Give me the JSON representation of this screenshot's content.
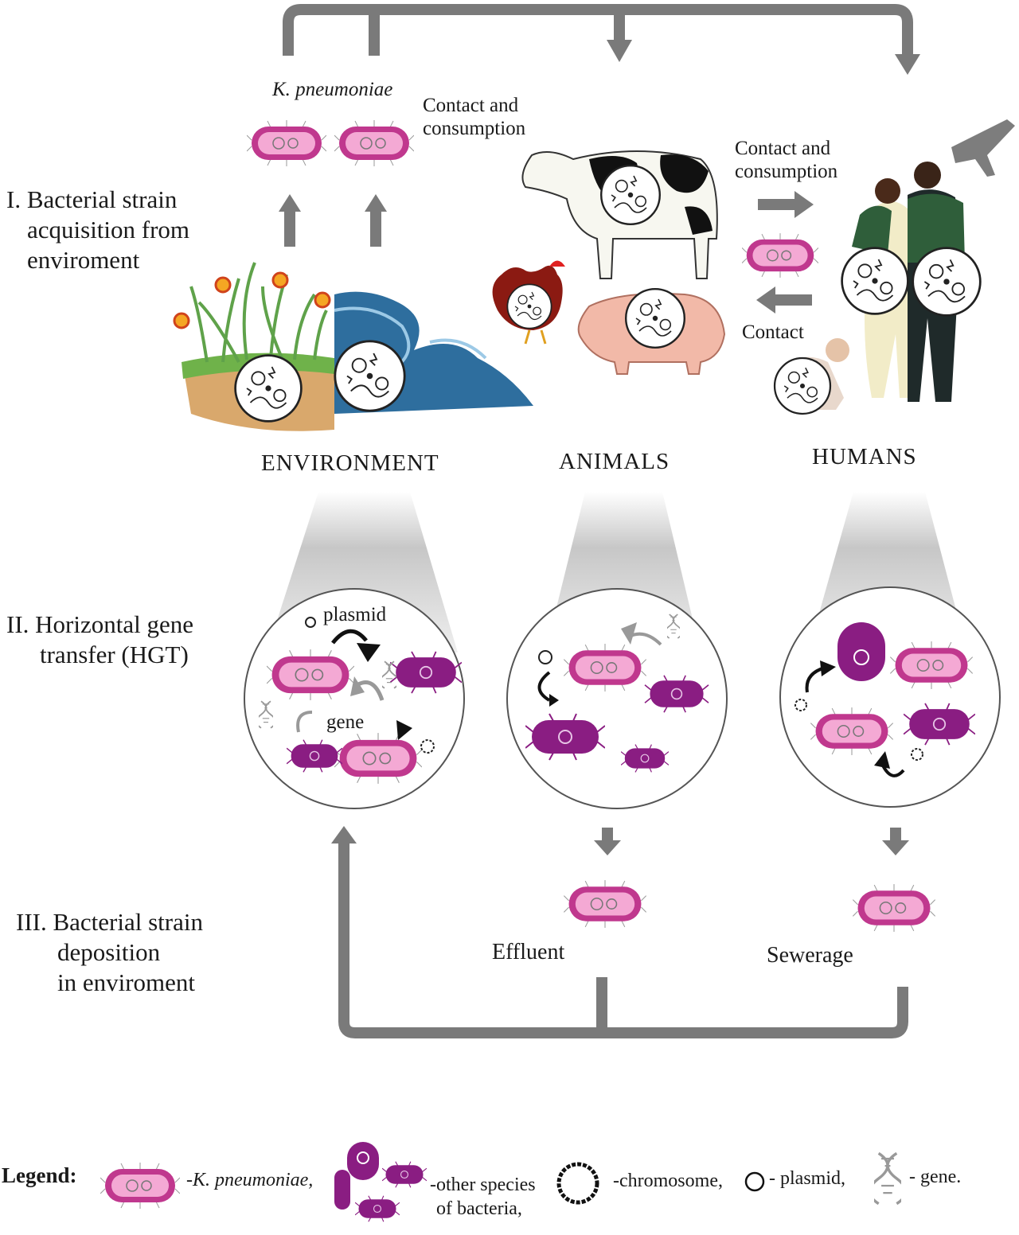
{
  "stages": {
    "one": [
      "I. Bacterial strain",
      "acquisition from",
      "enviroment"
    ],
    "two": [
      "II. Horizontal gene",
      "transfer (HGT)"
    ],
    "three": [
      "III. Bacterial strain",
      "deposition",
      "in enviroment"
    ]
  },
  "columns": {
    "environment": "ENVIRONMENT",
    "animals": "ANIMALS",
    "humans": "HUMANS"
  },
  "top": {
    "kp_label": "K. pneumoniae",
    "contact_consumption_1": [
      "Contact and",
      "consumption"
    ],
    "contact_consumption_2": [
      "Contact and",
      "consumption"
    ],
    "contact": "Contact"
  },
  "hgt": {
    "plasmid": "plasmid",
    "gene": "gene"
  },
  "deposition": {
    "effluent": "Effluent",
    "sewerage": "Sewerage"
  },
  "legend": {
    "title": "Legend:",
    "kp": "-K. pneumoniae,",
    "other": [
      "-other species",
      "of bacteria,"
    ],
    "chromosome": "-chromosome,",
    "plasmid": "- plasmid,",
    "gene": "- gene."
  },
  "colors": {
    "arrow": "#7a7a7a",
    "kp_outer": "#c0388e",
    "kp_inner": "#f4a9d4",
    "other_bacteria": "#8a1d82",
    "ground": "#d9a86c",
    "grass": "#5fa24a",
    "wave": "#2e6e9e"
  }
}
